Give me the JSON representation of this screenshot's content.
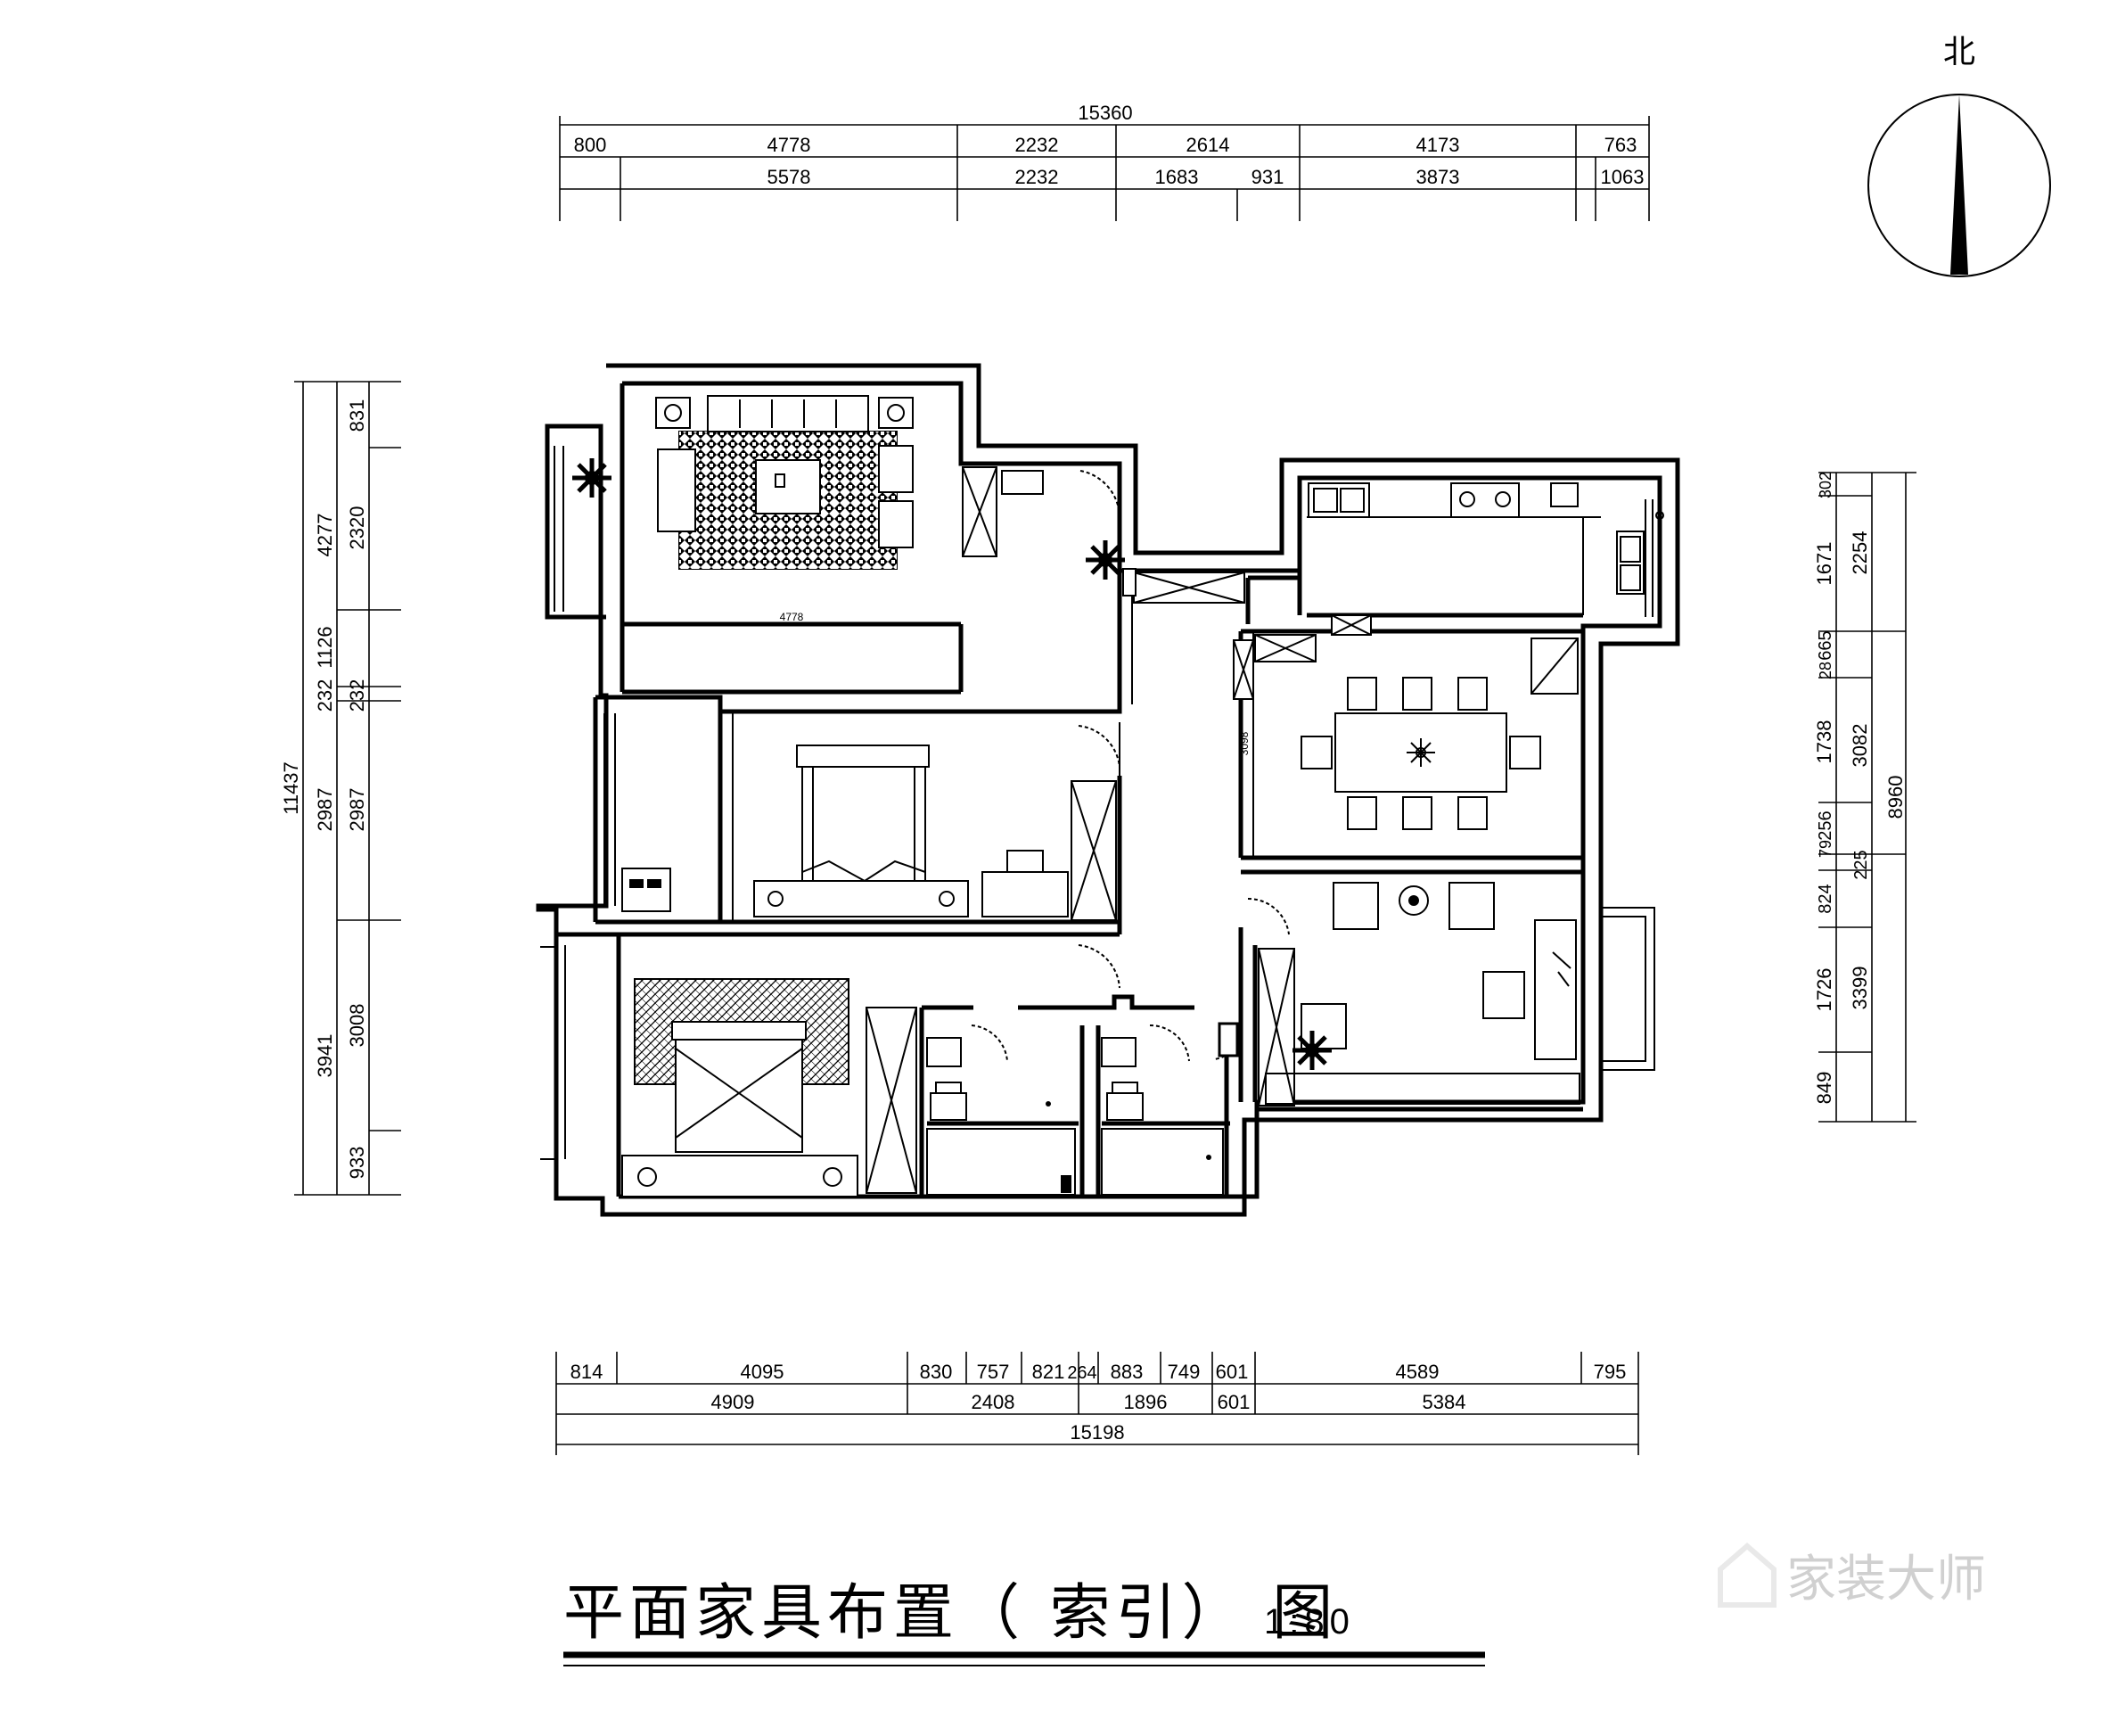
{
  "north_label": "北",
  "title": "平面家具布置（ 索引） 图",
  "scale": "1:80",
  "watermark": "家装大师",
  "top_dims": {
    "total": "15360",
    "row1": [
      "800",
      "4778",
      "2232",
      "2614",
      "4173",
      "763"
    ],
    "row2": [
      "5578",
      "2232",
      "1683",
      "931",
      "3873",
      "1063"
    ]
  },
  "bottom_dims": {
    "row1": [
      "814",
      "4095",
      "830",
      "757",
      "821",
      "264",
      "883",
      "749",
      "601",
      "4589",
      "795"
    ],
    "row2": [
      "4909",
      "2408",
      "1896",
      "601",
      "5384"
    ],
    "total": "15198"
  },
  "left_dims": {
    "total": "11437",
    "outer": [
      "4277",
      "1126",
      "232",
      "2987",
      "3941"
    ],
    "inner": [
      "831",
      "2320",
      "232",
      "2987",
      "3008",
      "933"
    ]
  },
  "right_dims": {
    "total": "8960",
    "outer": [
      "2254",
      "3082",
      "225",
      "3399"
    ],
    "inner": [
      "302",
      "1671",
      "665",
      "28",
      "1738",
      "256",
      "79",
      "824",
      "1726",
      "849"
    ]
  },
  "room_labels": {
    "living_width": "4778",
    "corridor_height": "3098"
  }
}
